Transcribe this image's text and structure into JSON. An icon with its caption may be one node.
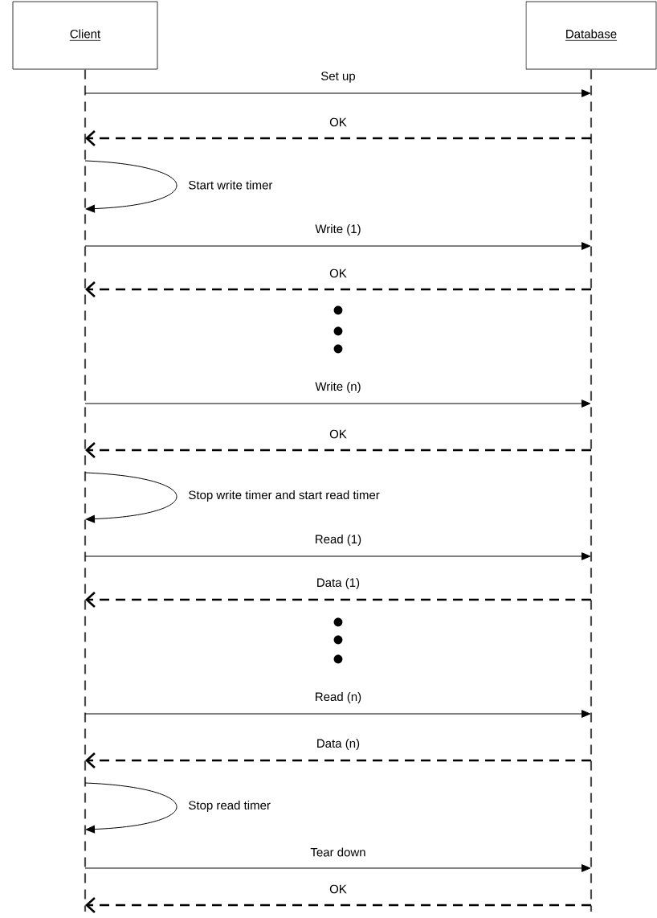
{
  "diagram": {
    "nodes": [
      {
        "text": [
          "Client"
        ]
      },
      {
        "text": [
          "Database"
        ]
      }
    ],
    "edges": [
      {
        "from": 0,
        "to": 1,
        "arrow": "to",
        "label": "Set up"
      },
      {
        "from": 1,
        "to": 0,
        "arrow": "to",
        "label": "OK",
        "style": "dashed"
      },
      {
        "from": 0,
        "to": 0,
        "arrow": "to",
        "label": "Start write timer"
      },
      {
        "from": 0,
        "to": 1,
        "arrow": "to",
        "label": "Write (1)"
      },
      {
        "from": 1,
        "to": 0,
        "arrow": "to",
        "label": "OK",
        "style": "dashed"
      },
      {
        "from": 0,
        "to": 1,
        "arrow": "to",
        "label": "Write (n)"
      },
      {
        "from": 1,
        "to": 0,
        "arrow": "to",
        "label": "OK",
        "style": "dashed"
      },
      {
        "from": 0,
        "to": 0,
        "arrow": "to",
        "label": "Stop write timer and start read timer"
      },
      {
        "from": 0,
        "to": 1,
        "arrow": "to",
        "label": "Read (1)"
      },
      {
        "from": 1,
        "to": 0,
        "arrow": "to",
        "label": "Data (1)",
        "style": "dashed"
      },
      {
        "from": 0,
        "to": 1,
        "arrow": "to",
        "label": "Read (n)"
      },
      {
        "from": 1,
        "to": 0,
        "arrow": "to",
        "label": "Data (n)",
        "style": "dashed"
      },
      {
        "from": 0,
        "to": 0,
        "arrow": "to",
        "label": "Stop read timer"
      },
      {
        "from": 0,
        "to": 1,
        "arrow": "to",
        "label": "Tear down"
      },
      {
        "from": 1,
        "to": 0,
        "arrow": "to",
        "label": "OK",
        "style": "dashed"
      }
    ]
  }
}
